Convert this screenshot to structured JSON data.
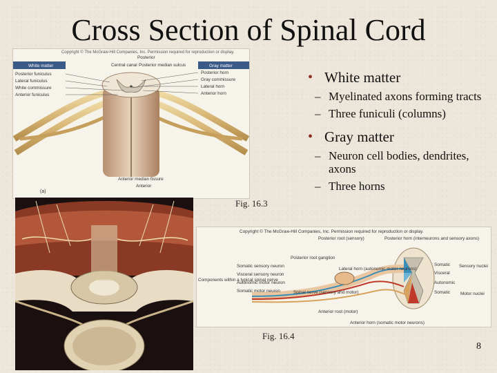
{
  "slide": {
    "title": "Cross Section of Spinal Cord",
    "page_number": "8"
  },
  "bullets": [
    {
      "label": "White matter",
      "subitems": [
        "Myelinated axons forming tracts",
        "Three funiculi (columns)"
      ]
    },
    {
      "label": "Gray matter",
      "subitems": [
        "Neuron cell bodies, dendrites, axons",
        "Three horns"
      ]
    }
  ],
  "figure_a": {
    "copyright": "Copyright © The McGraw-Hill Companies, Inc. Permission required for reproduction or display.",
    "caption": "Fig. 16.3",
    "panel_label": "(a)",
    "top_label": "Posterior",
    "bottom_label": "Anterior",
    "left_header": "White matter",
    "left_labels": [
      "Posterior funiculus",
      "Lateral funiculus",
      "White commissure",
      "Anterior funiculus"
    ],
    "right_header": "Gray matter",
    "right_labels": [
      "Posterior horn",
      "Gray commissure",
      "Lateral horn",
      "Anterior horn"
    ],
    "center_labels": [
      "Central canal",
      "Posterior median sulcus",
      "Anterior median fissure"
    ]
  },
  "figure_b": {
    "copyright": "Copyright © The McGraw-Hill Companies, Inc. Permission required for reproduction or display.",
    "caption": "Fig. 16.4",
    "labels": {
      "posterior_root": "Posterior root (sensory)",
      "posterior_horn": "Posterior horn (interneurons and sensory axons)",
      "posterior_root_ganglion": "Posterior root ganglion",
      "somatic_sensory_neuron": "Somatic sensory neuron",
      "visceral_sensory_neuron": "Visceral sensory neuron",
      "autonomic_motor_neuron": "Autonomic motor neuron",
      "somatic_motor_neuron": "Somatic motor neuron",
      "components": "Components within a typical spinal nerve",
      "spinal_nerve": "Spinal nerve (sensory and motor)",
      "lateral_horn": "Lateral horn (autonomic motor neurons)",
      "anterior_root": "Anterior root (motor)",
      "anterior_horn": "Anterior horn (somatic motor neurons)",
      "right_somatic_top": "Somatic",
      "right_visceral": "Visceral",
      "right_autonomic": "Autonomic",
      "right_somatic_bottom": "Somatic",
      "sensory_nuclei": "Sensory nuclei",
      "motor_nuclei": "Motor nuclei"
    }
  },
  "colors": {
    "bullet": "#8a2b1b",
    "background": "#ede6da"
  }
}
